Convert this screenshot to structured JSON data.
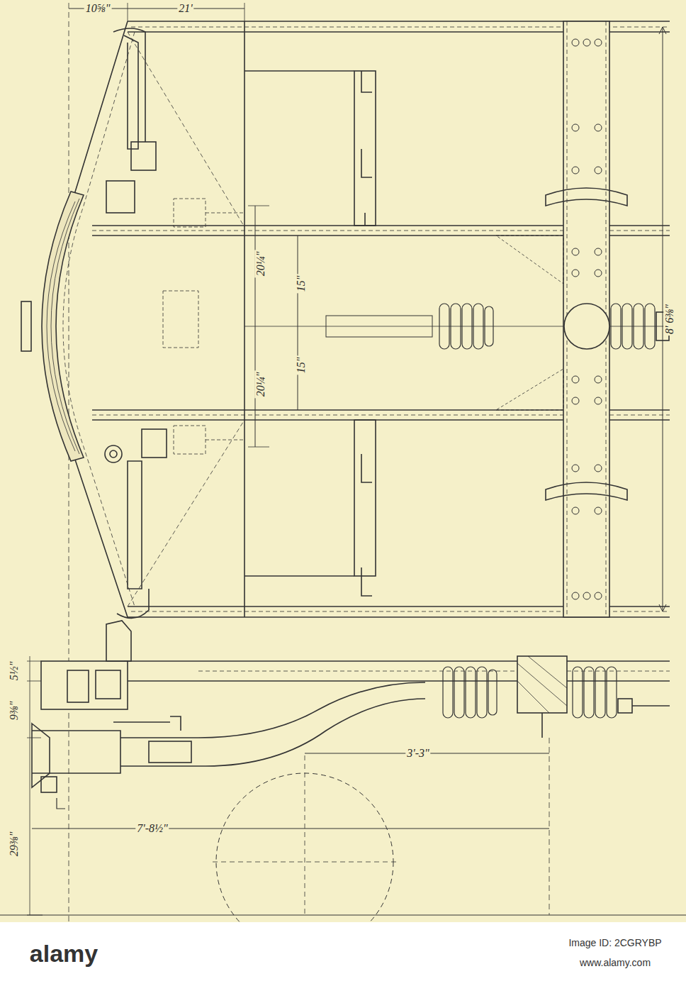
{
  "diagram": {
    "labels": [
      "10⅝\"",
      "21'",
      "20¼\"",
      "15\"",
      "20¼\"",
      "15\"",
      "8' 6⅜\"",
      "5½\"",
      "9⅜\"",
      "29⅜\"",
      "3'-3\"",
      "7'-8½\"",
      "alamy",
      "Image ID: 2CGRYBP",
      "www.alamy.com"
    ]
  }
}
